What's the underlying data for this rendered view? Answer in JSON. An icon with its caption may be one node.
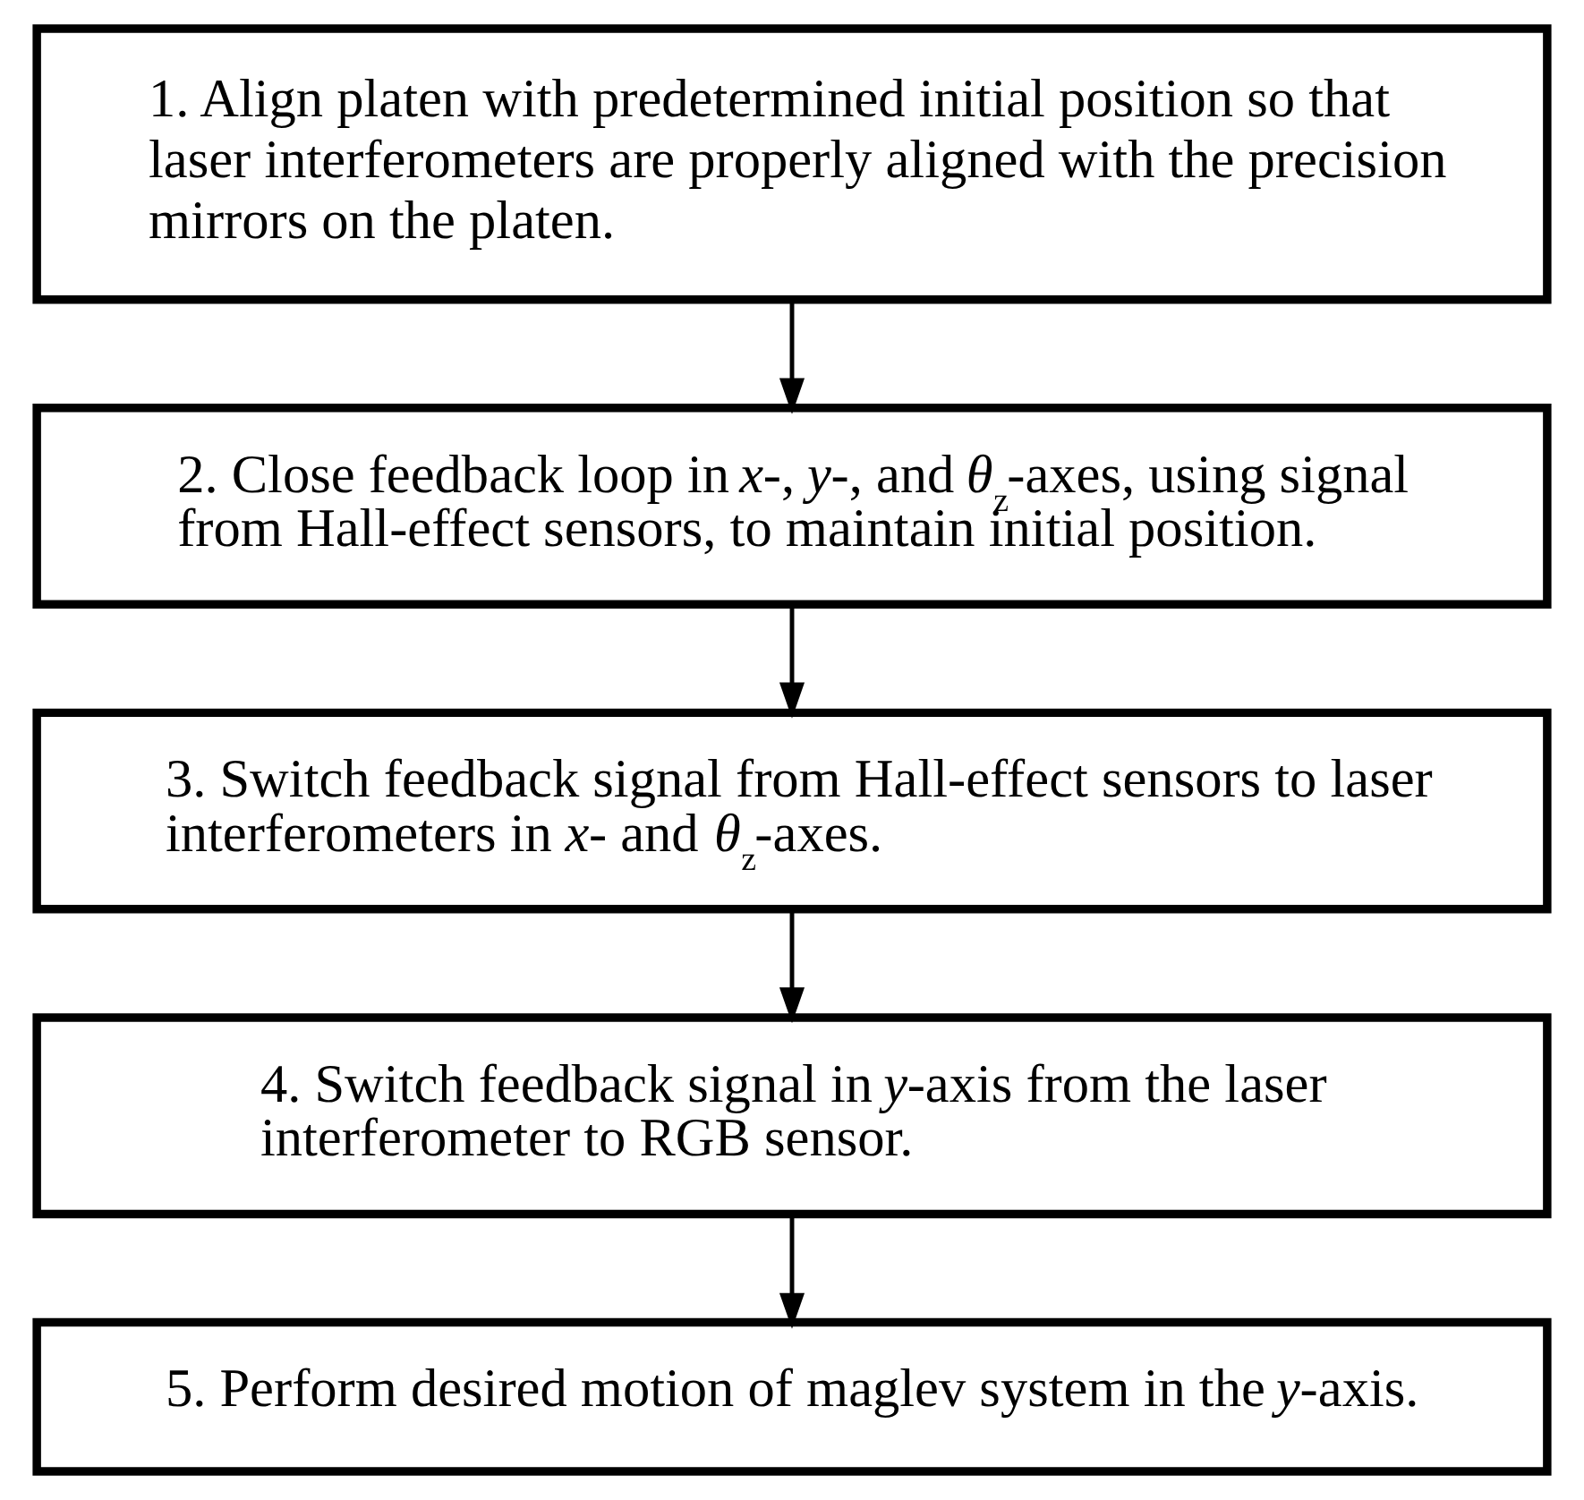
{
  "diagram": {
    "nodes": [
      {
        "text": [
          "1. Align platen with predetermined initial position so that laser interferometers are properly aligned with the precision mirrors on the platen."
        ]
      },
      {
        "text": [
          "2. Close feedback loop in *x*-, *y*-, and *θ*$_{z}$-axes, using signal from Hall-effect sensors, to maintain initial position."
        ]
      },
      {
        "text": [
          "3. Switch feedback signal from Hall-effect sensors to laser interferometers in *x*- and *θ*$_{z}$-axes."
        ]
      },
      {
        "text": [
          "4. Switch feedback signal in *y*-axis from the laser interferometer to RGB sensor."
        ]
      },
      {
        "text": [
          "5. Perform desired motion of maglev system in the *y*-axis."
        ]
      }
    ],
    "edges": [
      {
        "from": 0,
        "to": 1,
        "arrow": "to"
      },
      {
        "from": 1,
        "to": 2,
        "arrow": "to"
      },
      {
        "from": 2,
        "to": 3,
        "arrow": "to"
      },
      {
        "from": 3,
        "to": 4,
        "arrow": "to"
      }
    ]
  }
}
